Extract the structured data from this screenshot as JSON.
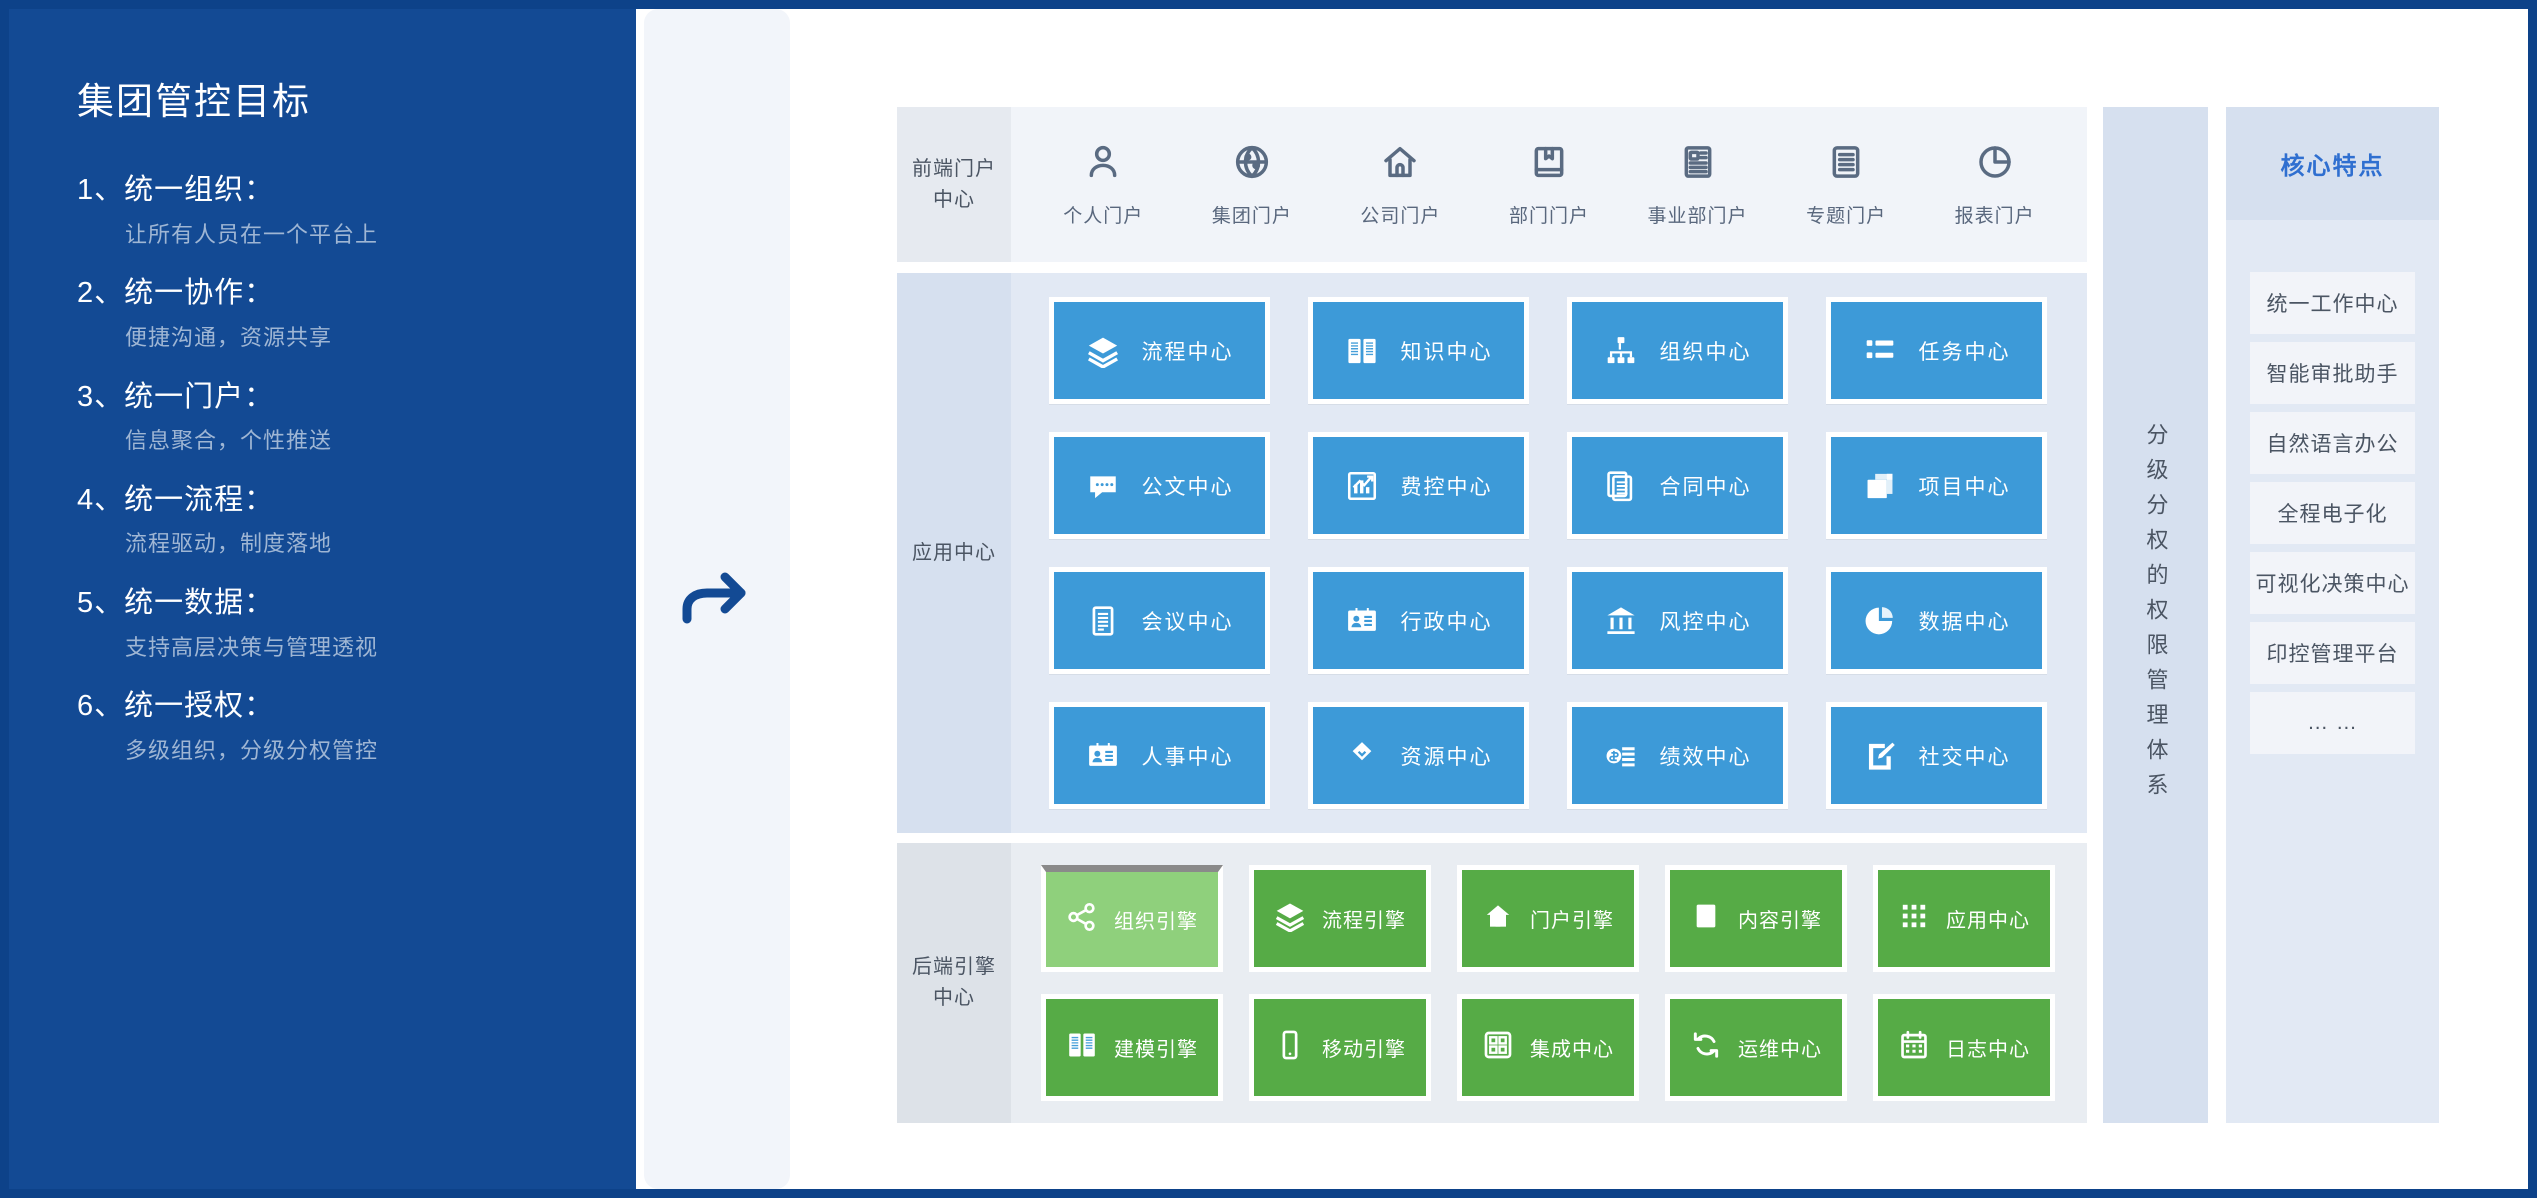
{
  "left": {
    "title": "集团管控目标",
    "goals": [
      {
        "head": "1、统一组织：",
        "sub": "让所有人员在一个平台上"
      },
      {
        "head": "2、统一协作：",
        "sub": "便捷沟通，资源共享"
      },
      {
        "head": "3、统一门户：",
        "sub": "信息聚合，个性推送"
      },
      {
        "head": "4、统一流程：",
        "sub": "流程驱动，制度落地"
      },
      {
        "head": "5、统一数据：",
        "sub": "支持高层决策与管理透视"
      },
      {
        "head": "6、统一授权：",
        "sub": "多级组织，分级分权管控"
      }
    ]
  },
  "arrow": {
    "icon": "curved-arrow-right-icon"
  },
  "portal": {
    "label": "前端门户\n中心",
    "items": [
      {
        "label": "个人门户",
        "icon": "person-icon"
      },
      {
        "label": "集团门户",
        "icon": "globe-icon"
      },
      {
        "label": "公司门户",
        "icon": "home-icon"
      },
      {
        "label": "部门门户",
        "icon": "book-icon"
      },
      {
        "label": "事业部门户",
        "icon": "article-icon"
      },
      {
        "label": "专题门户",
        "icon": "list-document-icon"
      },
      {
        "label": "报表门户",
        "icon": "pie-chart-icon"
      }
    ]
  },
  "app_center": {
    "label": "应用中心",
    "tiles": [
      {
        "label": "流程中心",
        "icon": "layers-icon"
      },
      {
        "label": "知识中心",
        "icon": "open-book-icon"
      },
      {
        "label": "组织中心",
        "icon": "org-chart-icon"
      },
      {
        "label": "任务中心",
        "icon": "task-list-icon"
      },
      {
        "label": "公文中心",
        "icon": "chat-bubble-icon"
      },
      {
        "label": "费控中心",
        "icon": "chart-growth-icon"
      },
      {
        "label": "合同中心",
        "icon": "documents-stack-icon"
      },
      {
        "label": "项目中心",
        "icon": "windows-stack-icon"
      },
      {
        "label": "会议中心",
        "icon": "document-lines-icon"
      },
      {
        "label": "行政中心",
        "icon": "id-card-icon"
      },
      {
        "label": "风控中心",
        "icon": "bank-icon"
      },
      {
        "label": "数据中心",
        "icon": "pie-slice-icon"
      },
      {
        "label": "人事中心",
        "icon": "id-card-icon"
      },
      {
        "label": "资源中心",
        "icon": "diamond-layers-icon"
      },
      {
        "label": "绩效中心",
        "icon": "money-icon"
      },
      {
        "label": "社交中心",
        "icon": "edit-pen-icon"
      }
    ]
  },
  "engine_center": {
    "label": "后端引擎\n中心",
    "tiles": [
      {
        "label": "组织引擎",
        "icon": "share-nodes-icon",
        "active": true
      },
      {
        "label": "流程引擎",
        "icon": "layers-icon",
        "active": false
      },
      {
        "label": "门户引擎",
        "icon": "home-icon",
        "active": false
      },
      {
        "label": "内容引擎",
        "icon": "article-icon",
        "active": false
      },
      {
        "label": "应用中心",
        "icon": "grid-dots-icon",
        "active": false
      },
      {
        "label": "建模引擎",
        "icon": "open-book-icon",
        "active": false
      },
      {
        "label": "移动引擎",
        "icon": "mobile-icon",
        "active": false
      },
      {
        "label": "集成中心",
        "icon": "grid-squares-icon",
        "active": false
      },
      {
        "label": "运维中心",
        "icon": "refresh-cycle-icon",
        "active": false
      },
      {
        "label": "日志中心",
        "icon": "calendar-icon",
        "active": false
      }
    ]
  },
  "auth_bar": {
    "text": "分级分权的权限管理体系"
  },
  "core_features": {
    "title": "核心特点",
    "items": [
      {
        "label": "统一工作中心"
      },
      {
        "label": "智能审批助手"
      },
      {
        "label": "自然语言办公"
      },
      {
        "label": "全程电子化"
      },
      {
        "label": "可视化决策中心"
      },
      {
        "label": "印控管理平台"
      },
      {
        "label": "… …"
      }
    ]
  },
  "colors": {
    "brand_blue": "#134a94",
    "tile_blue": "#3d9ad8",
    "tile_green": "#56ab46",
    "tile_green_active": "#8fd07c",
    "accent_text": "#2f6fd0"
  }
}
